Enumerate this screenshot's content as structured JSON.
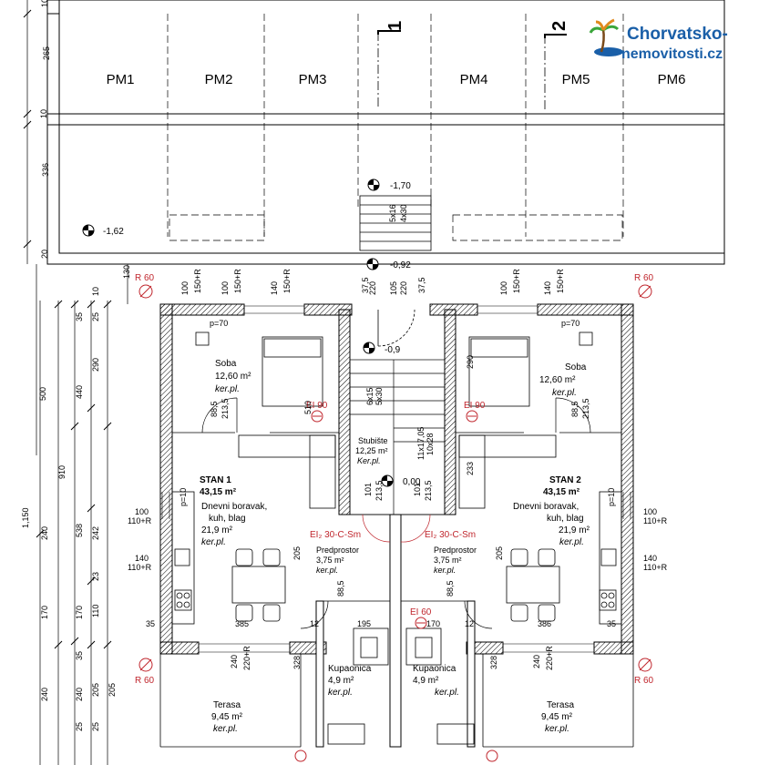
{
  "logo": {
    "line1": "Chorvatsko-",
    "line2": "nemovitosti.cz"
  },
  "sections": [
    "1",
    "2"
  ],
  "parking": [
    "PM1",
    "PM2",
    "PM3",
    "PM4",
    "PM5",
    "PM6"
  ],
  "levels": {
    "l1": "-1,70",
    "l2": "-1,62",
    "l3": "-0,92",
    "l4": "-0,9",
    "l5": "0,00"
  },
  "stair_outside": {
    "a": "5x16",
    "b": "4x30"
  },
  "stair_inside": {
    "a": "6x15",
    "b": "5x30"
  },
  "fire": {
    "r60": "R 60",
    "ei90": "EI 90",
    "ei60": "EI 60",
    "door": "EI₂ 30-C-Sm"
  },
  "unit1": {
    "name": "STAN 1",
    "area": "43,15 m²",
    "room": "Dnevni boravak,",
    "room2": "kuh, blag",
    "room_area": "21,9 m²",
    "floor": "ker.pl."
  },
  "unit2": {
    "name": "STAN 2",
    "area": "43,15 m²",
    "room": "Dnevni boravak,",
    "room2": "kuh, blag",
    "room_area": "21,9 m²",
    "floor": "ker.pl."
  },
  "soba": {
    "name": "Soba",
    "area": "12,60 m²",
    "floor": "ker.pl."
  },
  "stubiste": {
    "name": "Stubište",
    "area": "12,25 m²",
    "floor": "Ker.pl."
  },
  "predprostor": {
    "name": "Predprostor",
    "area": "3,75 m²",
    "floor": "ker.pl."
  },
  "kupaonica": {
    "name": "Kupaonica",
    "area": "4,9 m²",
    "floor": "ker.pl."
  },
  "terasa": {
    "name": "Terasa",
    "area": "9,45 m²",
    "floor": "ker.pl."
  },
  "dims_left": [
    "1,150",
    "910",
    "500",
    "240",
    "170",
    "240"
  ],
  "dims_left2": [
    "538",
    "440",
    "240",
    "170",
    "205"
  ],
  "dims_left3": [
    "290",
    "242",
    "110",
    "205"
  ],
  "dims_small": [
    "10",
    "265",
    "10",
    "336",
    "20",
    "130",
    "10",
    "35",
    "25",
    "23",
    "35",
    "25",
    "25"
  ],
  "dims_top": [
    "100",
    "150+R",
    "140",
    "150+R",
    "100",
    "150+R",
    "37,5",
    "220",
    "105",
    "220",
    "37,5",
    "100",
    "150+R",
    "140",
    "150+R"
  ],
  "dims_misc": {
    "p70": "p=70",
    "p10": "p=10",
    "d510": "510",
    "d290": "290",
    "d233": "233",
    "d205": "205",
    "d328": "328",
    "d385": "385",
    "d386": "386",
    "d195": "195",
    "d170": "170",
    "d12": "12",
    "d35": "35",
    "d101": "101",
    "d2135": "213,5",
    "d885": "88,5",
    "d100": "100",
    "d110R": "110+R",
    "d140": "140",
    "d11x": "11x17,05",
    "d10x": "10x28",
    "d220R": "220+R",
    "d240": "240"
  }
}
